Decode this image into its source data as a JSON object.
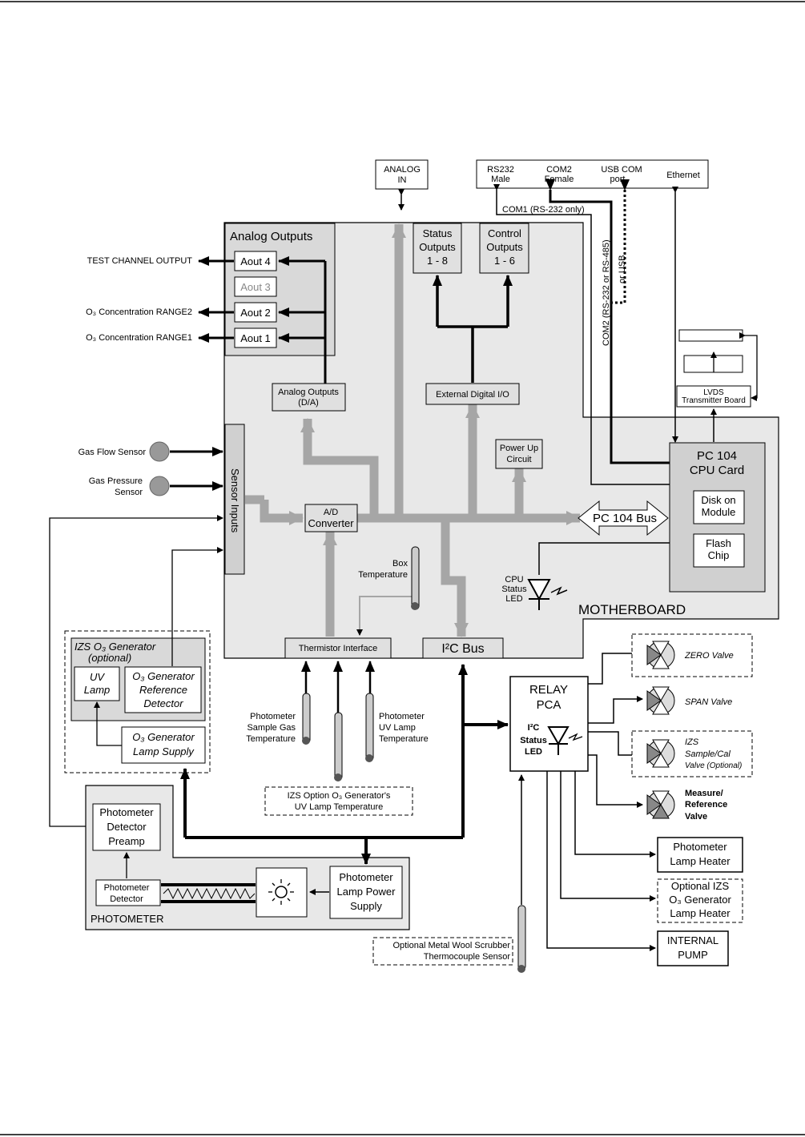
{
  "labels": {
    "analog_in_1": "ANALOG",
    "analog_in_2": "IN",
    "rs232_1": "RS232",
    "rs232_2": "Male",
    "com2_1": "COM2",
    "com2_2": "Female",
    "usbcom_1": "USB COM",
    "usbcom_2": "port",
    "ethernet": "Ethernet",
    "com1_label": "COM1 (RS-232 only)",
    "com2_vert": "COM2 (RS-232 or RS-485)",
    "or_usb": "or USB",
    "analog_outputs": "Analog Outputs",
    "aout4": "Aout 4",
    "aout3": "Aout 3",
    "aout2": "Aout 2",
    "aout1": "Aout 1",
    "test_channel": "TEST CHANNEL OUTPUT",
    "o3_range2": "O₃ Concentration RANGE2",
    "o3_range1": "O₃ Concentration RANGE1",
    "status_outputs_1": "Status",
    "status_outputs_2": "Outputs",
    "status_outputs_3": "1 - 8",
    "control_outputs_1": "Control",
    "control_outputs_2": "Outputs",
    "control_outputs_3": "1 - 6",
    "analog_da_1": "Analog Outputs",
    "analog_da_2": "(D/A)",
    "ext_digital_io": "External Digital I/O",
    "lvds_1": "LVDS",
    "lvds_2": "Transmitter Board",
    "gas_flow": "Gas Flow Sensor",
    "gas_pressure_1": "Gas Pressure",
    "gas_pressure_2": "Sensor",
    "sensor_inputs": "Sensor Inputs",
    "power_up_1": "Power Up",
    "power_up_2": "Circuit",
    "pc104_cpu_1": "PC 104",
    "pc104_cpu_2": "CPU Card",
    "disk_on_1": "Disk on",
    "disk_on_2": "Module",
    "flash_1": "Flash",
    "flash_2": "Chip",
    "ad_conv_1": "A/D",
    "ad_conv_2": "Converter",
    "pc104_bus": "PC 104 Bus",
    "box_temp_1": "Box",
    "box_temp_2": "Temperature",
    "cpu_status_1": "CPU",
    "cpu_status_2": "Status",
    "cpu_status_3": "LED",
    "motherboard": "MOTHERBOARD",
    "thermistor_if": "Thermistor Interface",
    "i2c_bus": "I²C Bus",
    "izs_gen_1": "IZS O₃ Generator",
    "izs_gen_2": "(optional)",
    "uv_lamp_1": "UV",
    "uv_lamp_2": "Lamp",
    "o3_ref_1": "O₃ Generator",
    "o3_ref_2": "Reference",
    "o3_ref_3": "Detector",
    "o3_lamp_sup_1": "O₃ Generator",
    "o3_lamp_sup_2": "Lamp Supply",
    "ph_sample_1": "Photometer",
    "ph_sample_2": "Sample Gas",
    "ph_sample_3": "Temperature",
    "ph_uv_1": "Photometer",
    "ph_uv_2": "UV Lamp",
    "ph_uv_3": "Temperature",
    "izs_uv_temp_1": "IZS Option O₃ Generator's",
    "izs_uv_temp_2": "UV Lamp Temperature",
    "relay_1": "RELAY",
    "relay_2": "PCA",
    "relay_led_1": "I²C",
    "relay_led_2": "Status",
    "relay_led_3": "LED",
    "zero_valve": "ZERO Valve",
    "span_valve": "SPAN Valve",
    "izs_valve_1": "IZS",
    "izs_valve_2": "Sample/Cal",
    "izs_valve_3": "Valve (Optional)",
    "meas_ref_1": "Measure/",
    "meas_ref_2": "Reference",
    "meas_ref_3": "Valve",
    "ph_lamp_heater_1": "Photometer",
    "ph_lamp_heater_2": "Lamp Heater",
    "opt_izs_heater_1": "Optional IZS",
    "opt_izs_heater_2": "O₃ Generator",
    "opt_izs_heater_3": "Lamp Heater",
    "internal_pump_1": "INTERNAL",
    "internal_pump_2": "PUMP",
    "ph_preamp_1": "Photometer",
    "ph_preamp_2": "Detector",
    "ph_preamp_3": "Preamp",
    "ph_detector_1": "Photometer",
    "ph_detector_2": "Detector",
    "ph_lamp_ps_1": "Photometer",
    "ph_lamp_ps_2": "Lamp Power",
    "ph_lamp_ps_3": "Supply",
    "photometer": "PHOTOMETER",
    "metal_wool_1": "Optional Metal Wool Scrubber",
    "metal_wool_2": "Thermocouple Sensor"
  },
  "colors": {
    "board_fill": "#e8e8e8",
    "bus_gray": "#a6a6a6",
    "box_fill": "#e0e0e0",
    "line": "#000000"
  }
}
